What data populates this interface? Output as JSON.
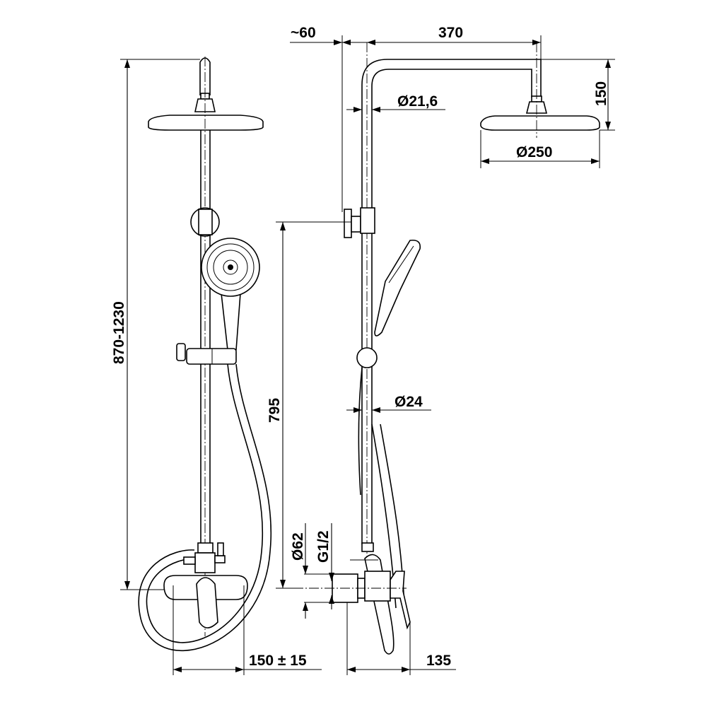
{
  "drawing": {
    "title": "Shower system dimension drawing",
    "dimensions": {
      "wall_offset": "~60",
      "arm_length": "370",
      "head_height": "150",
      "pipe_diameter_top": "Ø21,6",
      "head_diameter": "Ø250",
      "total_height": "870-1230",
      "bracket_height": "795",
      "pipe_diameter_bottom": "Ø24",
      "flange_diameter": "Ø62",
      "thread": "G1/2",
      "mixer_spacing": "150 ± 15",
      "mixer_depth": "135"
    }
  }
}
